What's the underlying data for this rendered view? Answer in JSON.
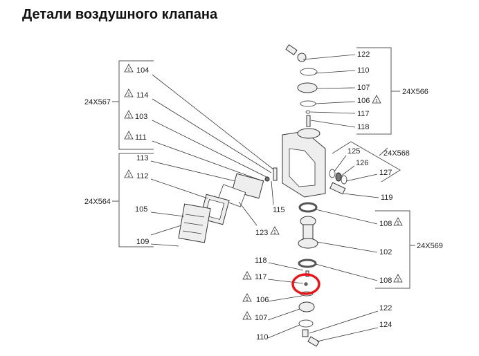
{
  "title": "Детали воздушного клапана",
  "warning_symbol": "1",
  "kits": {
    "k566": "24X566",
    "k567": "24X567",
    "k564": "24X564",
    "k568": "24X568",
    "k569": "24X569"
  },
  "labels": {
    "r122": "122",
    "r110": "110",
    "r107": "107",
    "r106": "106",
    "r117": "117",
    "r118": "118",
    "r125": "125",
    "r126": "126",
    "r127": "127",
    "r119": "119",
    "r108a": "108",
    "r102": "102",
    "r108b": "108",
    "l104": "104",
    "l114": "114",
    "l103": "103",
    "l111": "111",
    "l113": "113",
    "l112": "112",
    "l105": "105",
    "l109": "109",
    "c115": "115",
    "c123": "123",
    "b118": "118",
    "b117": "117",
    "b106": "106",
    "b107": "107",
    "b110": "110",
    "b122": "122",
    "b124": "124"
  },
  "highlight_color": "#e8161b"
}
